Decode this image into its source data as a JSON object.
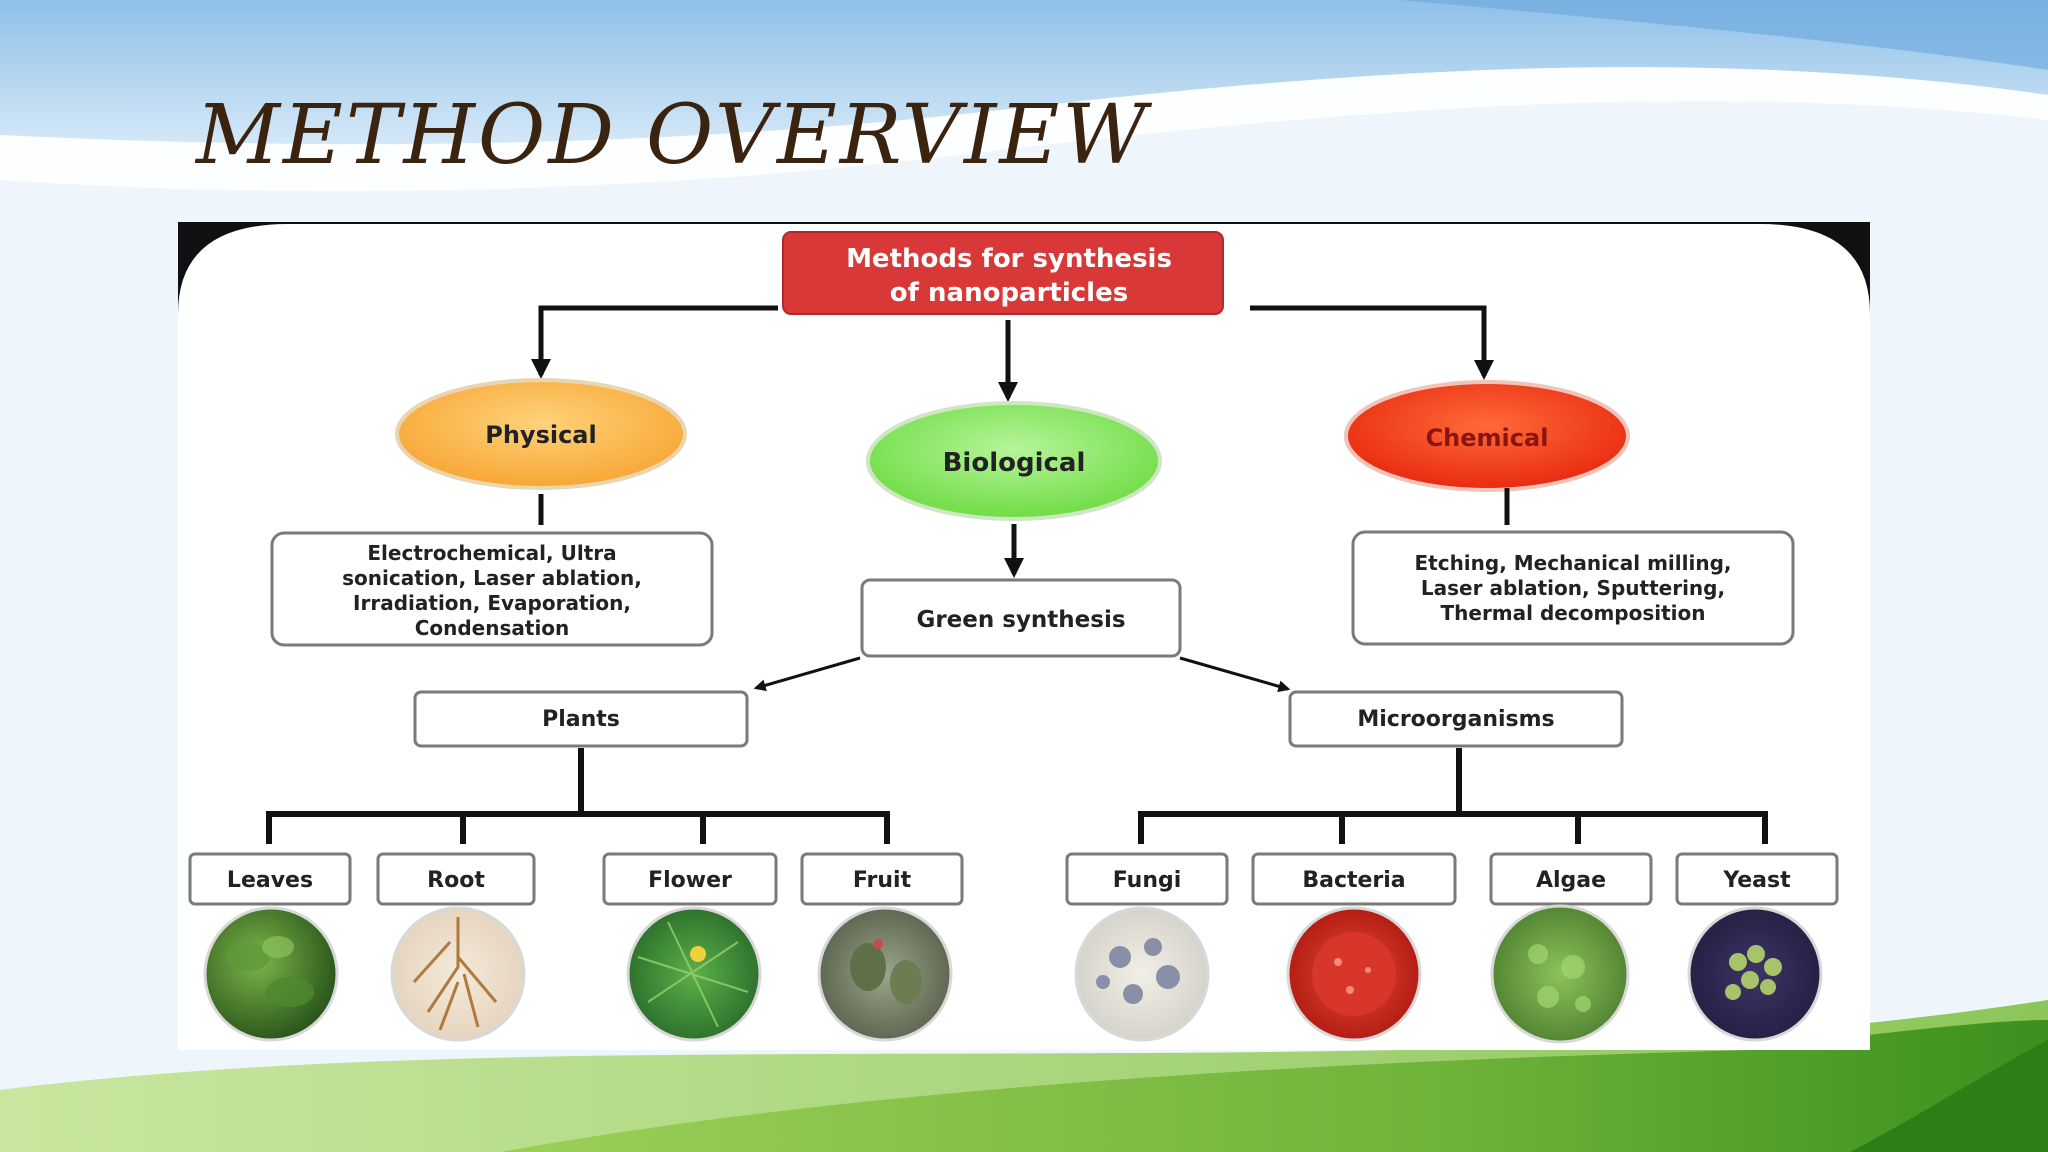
{
  "slide": {
    "title": "METHOD OVERVIEW"
  },
  "diagram": {
    "root": "Methods for synthesis of nanoparticles",
    "categories": [
      {
        "label": "Physical",
        "color": "#fbb346",
        "methods": [
          "Electrochemical, Ultra",
          "sonication, Laser ablation,",
          "Irradiation, Evaporation,",
          "Condensation"
        ]
      },
      {
        "label": "Biological",
        "color": "#8ee867"
      },
      {
        "label": "Chemical",
        "color": "#f3381a",
        "methods": [
          "Etching, Mechanical milling,",
          "Laser ablation, Sputtering,",
          "Thermal decomposition"
        ]
      }
    ],
    "green_synthesis": "Green synthesis",
    "plants": {
      "label": "Plants",
      "items": [
        "Leaves",
        "Root",
        "Flower",
        "Fruit"
      ]
    },
    "microorganisms": {
      "label": "Microorganisms",
      "items": [
        "Fungi",
        "Bacteria",
        "Algae",
        "Yeast"
      ]
    },
    "colors": {
      "root_box": "#d93838",
      "connector": "#111111",
      "box_border": "#7a7a7a"
    }
  }
}
